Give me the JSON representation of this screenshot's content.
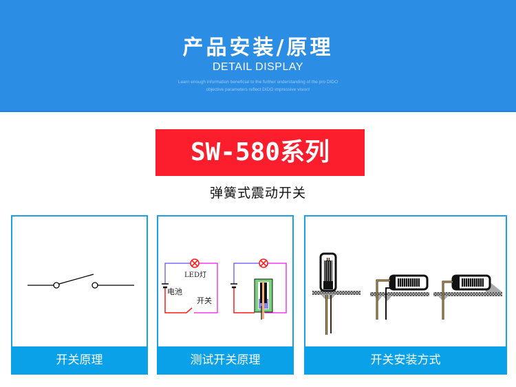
{
  "header": {
    "title": "产品安装/原理",
    "subtitle": "DETAIL DISPLAY",
    "desc_line1": "Learn enough information beneficial to the further understanding of the pro DIDO",
    "desc_line2": "objective parameters reflect DIDO impressive vision!",
    "background_color": "#2b8de4"
  },
  "series": {
    "code": "SW-580",
    "suffix": "系列",
    "subtitle": "弹簧式震动开关",
    "banner_color": "#fd1e2d"
  },
  "panels": [
    {
      "label": "开关原理",
      "diagram": "open-switch-symbol"
    },
    {
      "label": "测试开关原理",
      "diagram": "test-circuit",
      "annotations": {
        "led": "LED灯",
        "battery": "电池",
        "switch": "开关"
      }
    },
    {
      "label": "开关安装方式",
      "diagram": "mounting-methods"
    }
  ],
  "colors": {
    "panel_border": "#1aa0e6",
    "panel_footer": "#0aa1e8",
    "wire_red": "#ff1a1a",
    "wire_blue": "#7b6cf0",
    "wire_magenta": "#f03cf0"
  }
}
